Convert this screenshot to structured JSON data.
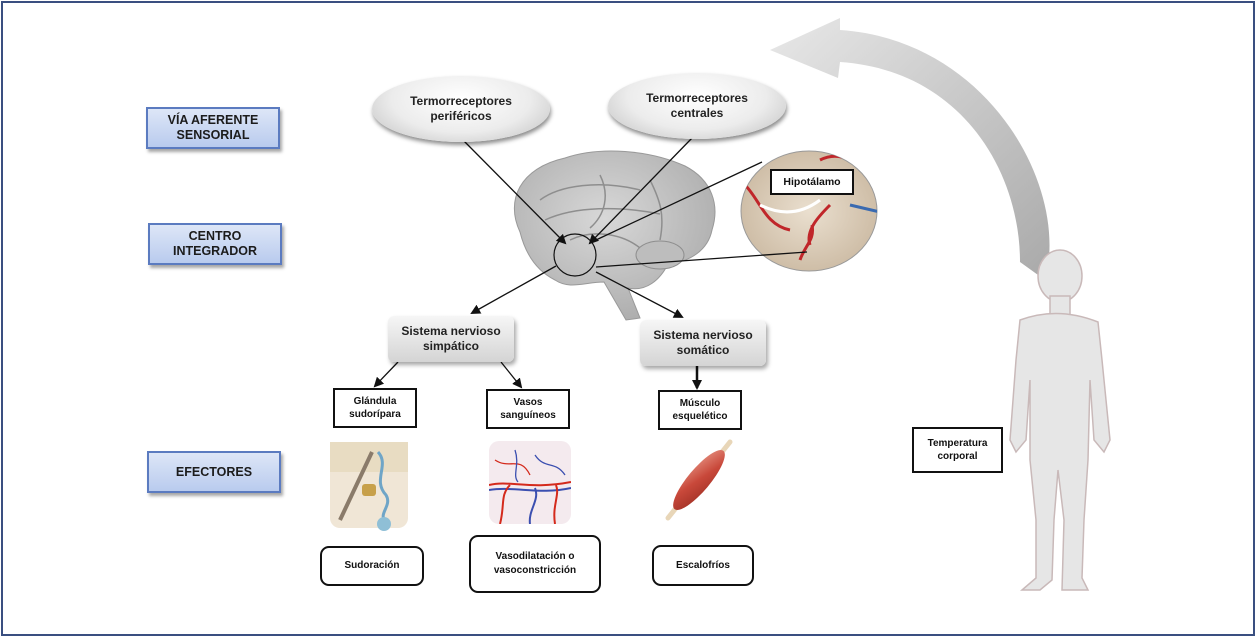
{
  "colors": {
    "frame_border": "#3a4f80",
    "stage_label_fill": "#c7d5f2",
    "stage_label_border": "#5b7bc0",
    "arrow_gray": "#b4b4b4",
    "body_silhouette": "#e6e6e6"
  },
  "stages": {
    "afferent": "VÍA AFERENTE\nSENSORIAL",
    "integrator": "CENTRO\nINTEGRADOR",
    "effectors": "EFECTORES"
  },
  "receptors": {
    "peripheral": "Termorreceptores\nperiféricos",
    "central": "Termorreceptores\ncentrales"
  },
  "brain": {
    "hypothalamus_label": "Hipotálamo"
  },
  "nervous_systems": {
    "sympathetic": "Sistema nervioso\nsimpático",
    "somatic": "Sistema nervioso\nsomático"
  },
  "effector_organs": {
    "sweat_gland": "Glándula\nsudorípara",
    "blood_vessels": "Vasos\nsanguíneos",
    "skeletal_muscle": "Músculo\nesquelético"
  },
  "responses": {
    "sweating": "Sudoración",
    "vaso": "Vasodilatación o\nvasoconstricción",
    "shivering": "Escalofríos"
  },
  "body": {
    "label": "Temperatura\ncorporal"
  }
}
